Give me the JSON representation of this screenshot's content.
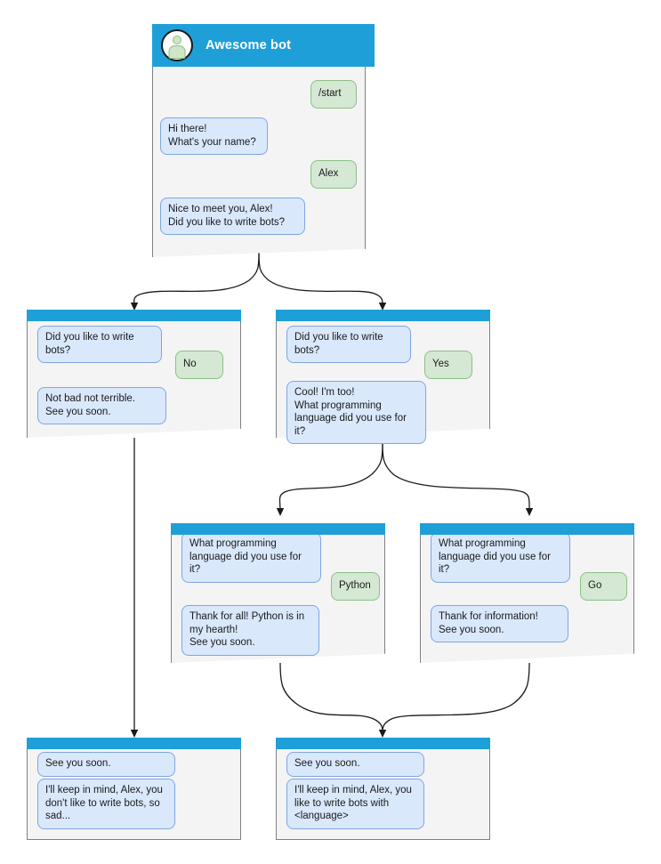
{
  "colors": {
    "titlebar": "#1f9fd8",
    "screen": "#f4f4f4",
    "bot_bubble_fill": "#dae8fc",
    "bot_bubble_border": "#7ea6e0",
    "user_bubble_fill": "#d5e8d4",
    "user_bubble_border": "#8cbf84",
    "edge": "#1a1a1a",
    "card_border": "#808080"
  },
  "flow": {
    "title": "Awesome bot",
    "avatar_icon": "user-avatar-icon"
  },
  "cards": {
    "start": {
      "id": "card-start",
      "title": "Awesome bot",
      "messages": [
        {
          "from": "user",
          "text": "/start"
        },
        {
          "from": "bot",
          "text": "Hi there!\nWhat's your name?"
        },
        {
          "from": "user",
          "text": "Alex"
        },
        {
          "from": "bot",
          "text": "Nice to meet you, Alex!\nDid you like to write bots?"
        }
      ]
    },
    "no_branch": {
      "id": "card-no-branch",
      "messages": [
        {
          "from": "bot",
          "text": "Did you like to write bots?"
        },
        {
          "from": "user",
          "text": "No"
        },
        {
          "from": "bot",
          "text": "Not bad not terrible.\nSee you soon."
        }
      ]
    },
    "yes_branch": {
      "id": "card-yes-branch",
      "messages": [
        {
          "from": "bot",
          "text": "Did you like to write bots?"
        },
        {
          "from": "user",
          "text": "Yes"
        },
        {
          "from": "bot",
          "text": "Cool! I'm too!\nWhat programming\nlanguage did you use for it?"
        }
      ]
    },
    "python_branch": {
      "id": "card-python-branch",
      "messages": [
        {
          "from": "bot",
          "text": "What programming\nlanguage did you use for it?"
        },
        {
          "from": "user",
          "text": "Python"
        },
        {
          "from": "bot",
          "text": "Thank for all! Python is in\nmy hearth!\nSee you soon."
        }
      ]
    },
    "go_branch": {
      "id": "card-go-branch",
      "messages": [
        {
          "from": "bot",
          "text": "What programming\nlanguage did you use for it?"
        },
        {
          "from": "user",
          "text": "Go"
        },
        {
          "from": "bot",
          "text": "Thank for information!\nSee you soon."
        }
      ]
    },
    "end_no": {
      "id": "card-end-no",
      "messages": [
        {
          "from": "bot",
          "text": "See you soon."
        },
        {
          "from": "bot",
          "text": "I'll keep in mind, Alex, you\ndon't like to write bots, so\nsad..."
        }
      ]
    },
    "end_yes": {
      "id": "card-end-yes",
      "messages": [
        {
          "from": "bot",
          "text": "See you soon."
        },
        {
          "from": "bot",
          "text": "I'll keep in mind, Alex, you\nlike to write bots with\n<language>"
        }
      ]
    }
  }
}
